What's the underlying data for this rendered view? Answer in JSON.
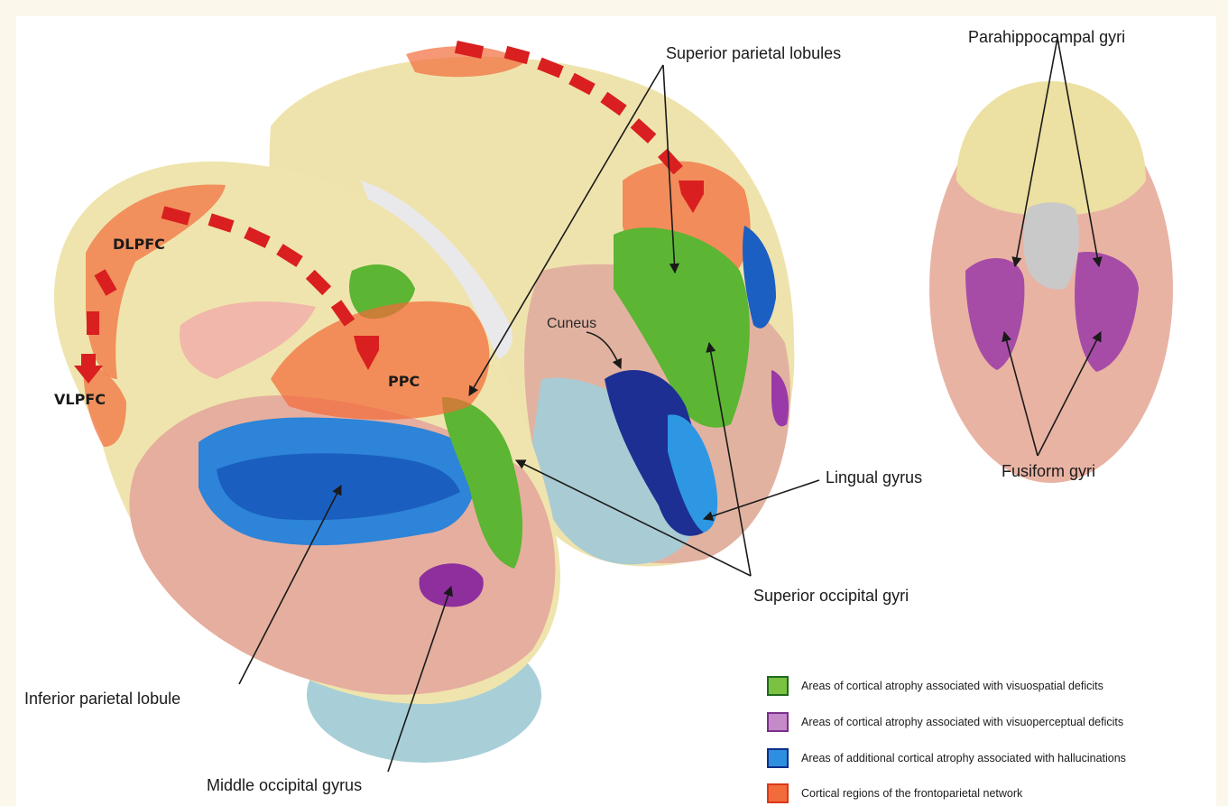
{
  "labels": {
    "superior_parietal_lobules": "Superior parietal lobules",
    "parahippocampal_gyri": "Parahippocampal gyri",
    "cuneus": "Cuneus",
    "lingual_gyrus": "Lingual gyrus",
    "fusiform_gyri": "Fusiform gyri",
    "superior_occipital_gyri": "Superior occipital gyri",
    "inferior_parietal_lobule": "Inferior parietal lobule",
    "middle_occipital_gyrus": "Middle occipital gyrus",
    "dlpfc": "DLPFC",
    "vlpfc": "VLPFC",
    "ppc": "PPC"
  },
  "legend": [
    {
      "text": "Areas of cortical atrophy associated with visuospatial deficits",
      "fill": "#7cc242",
      "border": "#1f6b1f"
    },
    {
      "text": "Areas of cortical atrophy associated with visuoperceptual deficits",
      "fill": "#c58bc9",
      "border": "#7a2f8a"
    },
    {
      "text": "Areas of additional cortical atrophy associated with hallucinations",
      "fill": "#2e8fe0",
      "border": "#0c2f8a"
    },
    {
      "text": "Cortical regions of the frontoparietal network",
      "fill": "#f26b3a",
      "border": "#d9391a"
    }
  ],
  "colors": {
    "cortex_yellow": "#ece0a2",
    "cortex_pink": "#e9b0a0",
    "green": "#5fb832",
    "blue": "#1f73d1",
    "dark_blue": "#1a2f8f",
    "purple": "#9a3aa8",
    "orange_overlay": "#f26b3a",
    "arrow_red": "#d91f1f",
    "cerebellum": "#9ec9d3"
  }
}
